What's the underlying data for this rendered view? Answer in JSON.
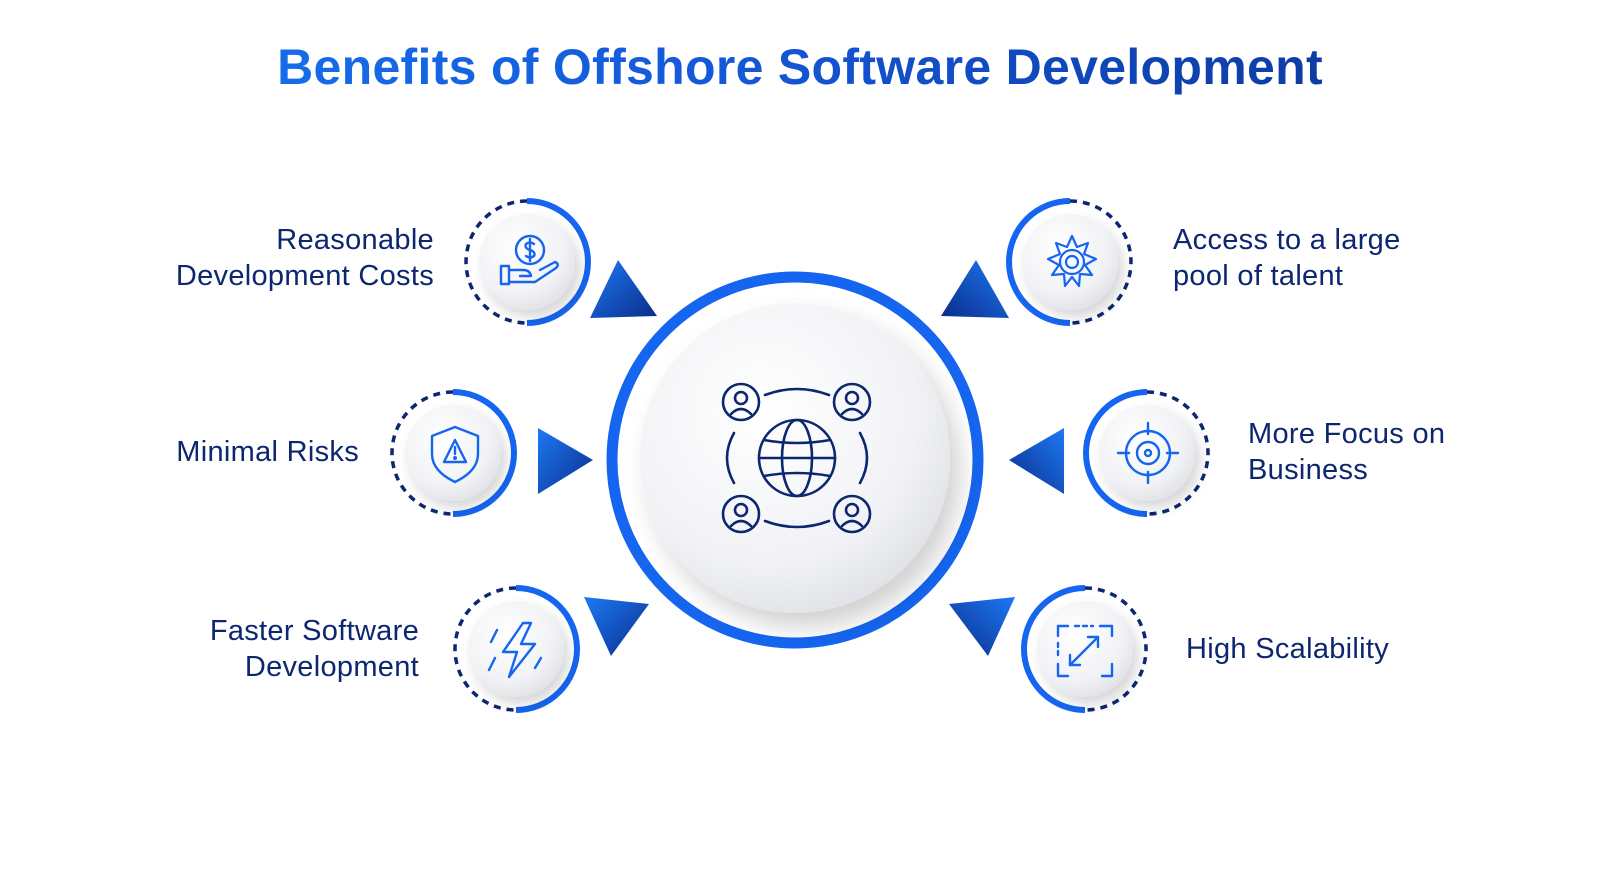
{
  "title": "Benefits of Offshore Software Development",
  "center": {
    "icon": "global-team-network-icon"
  },
  "benefits": [
    {
      "lines": [
        "Reasonable",
        "Development Costs"
      ],
      "icon": "hand-coin-icon"
    },
    {
      "lines": [
        "Minimal Risks"
      ],
      "icon": "shield-warning-icon"
    },
    {
      "lines": [
        "Faster Software",
        "Development"
      ],
      "icon": "lightning-icon"
    },
    {
      "lines": [
        "Access to a large",
        "pool of talent"
      ],
      "icon": "sun-burst-icon"
    },
    {
      "lines": [
        "More Focus on",
        "Business"
      ],
      "icon": "target-icon"
    },
    {
      "lines": [
        "High Scalability"
      ],
      "icon": "expand-arrows-icon"
    }
  ],
  "colors": {
    "accent": "#1565f0",
    "dark": "#0c2670",
    "ring": "#1a6af2"
  }
}
